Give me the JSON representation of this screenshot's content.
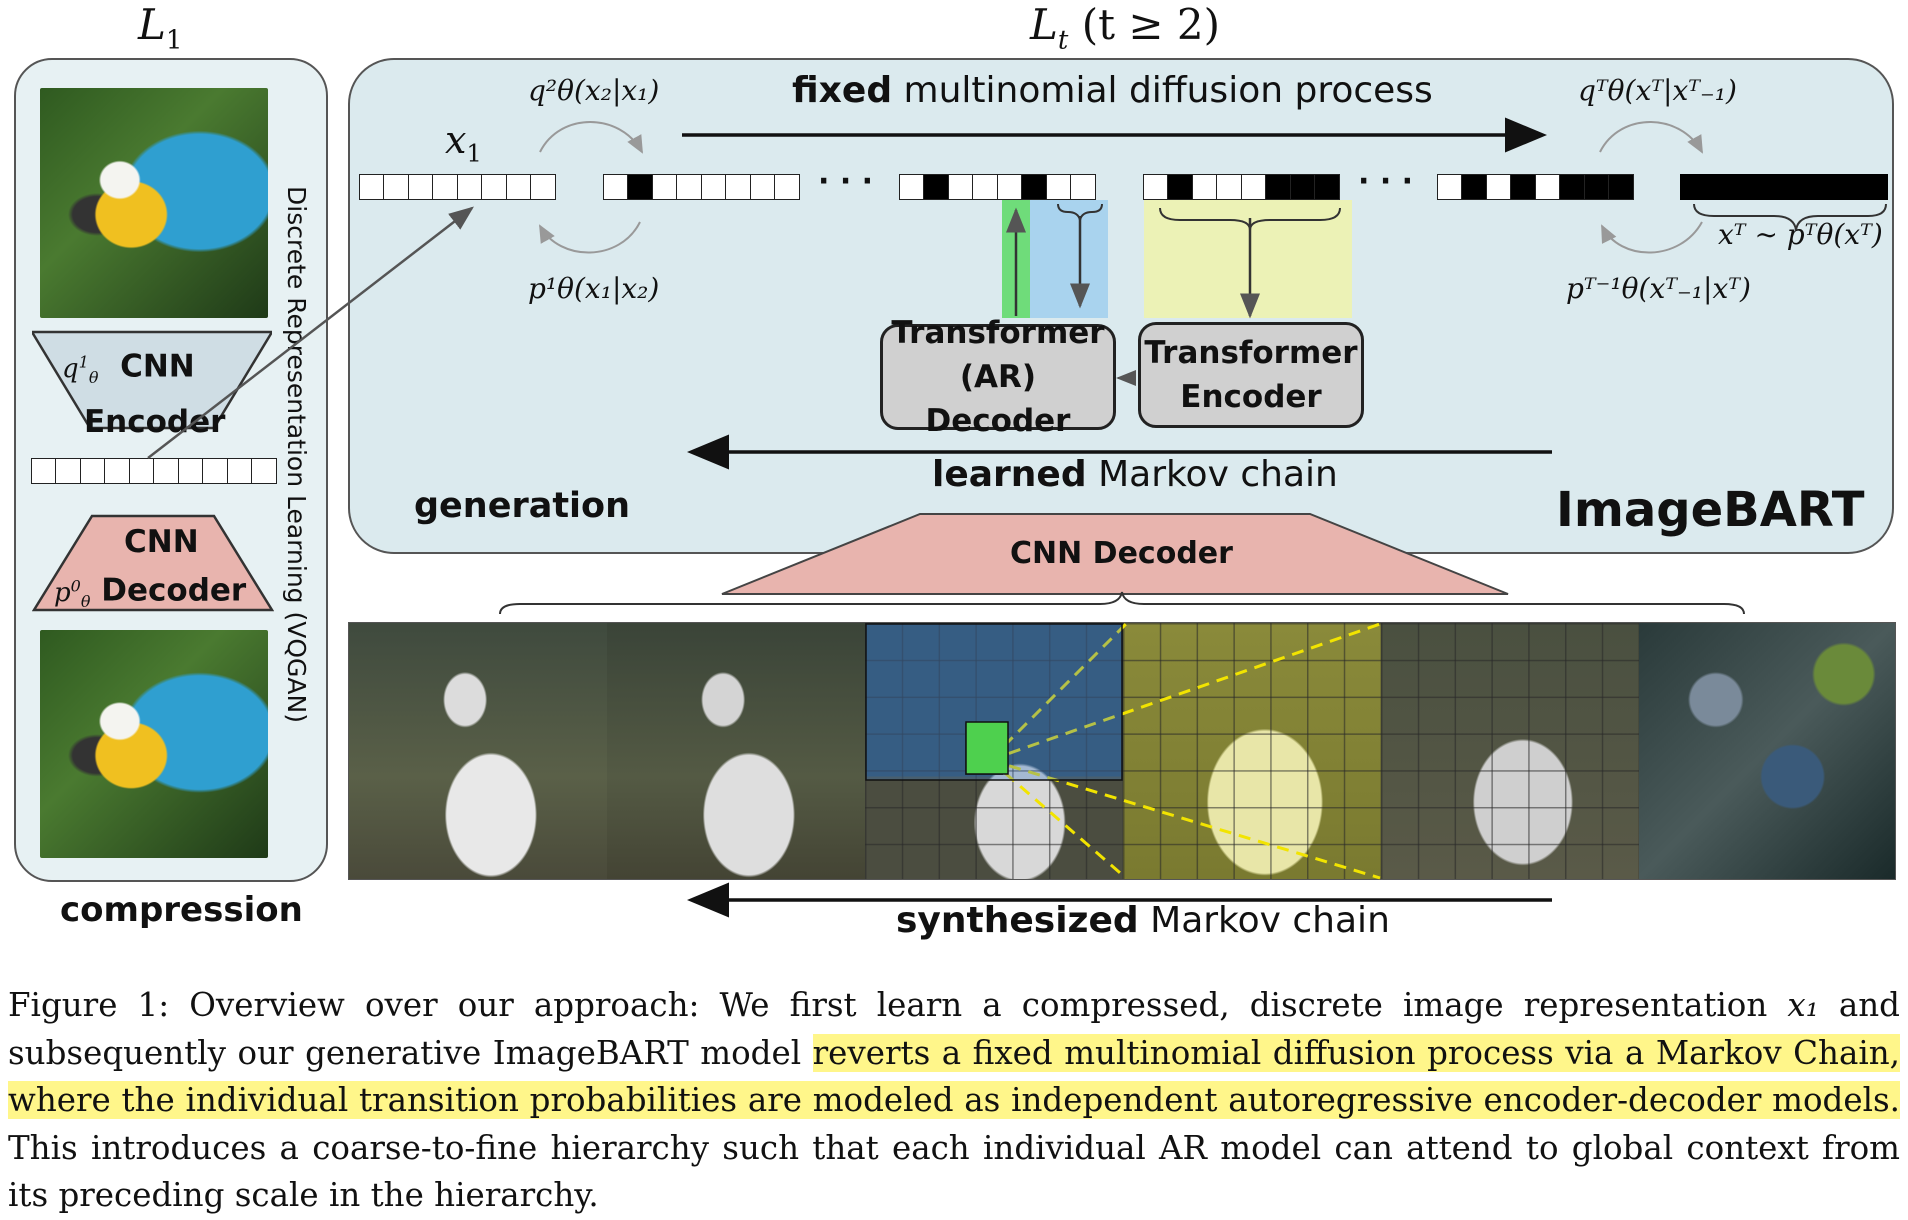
{
  "loss_labels": {
    "l1_base": "L",
    "l1_sub": "1",
    "lt_base": "L",
    "lt_sub": "t",
    "lt_cond": "(t ≥ 2)"
  },
  "left_panel": {
    "vertical_label": "Discrete Representation Learning (VQGAN)",
    "encoder": {
      "symbol": "q",
      "sup": "1",
      "sub": "θ",
      "line1": "CNN",
      "line2": "Encoder"
    },
    "decoder": {
      "symbol": "p",
      "sup": "0",
      "sub": "θ",
      "line1": "CNN",
      "line2": "Decoder"
    },
    "bottom_label": "compression"
  },
  "main_panel": {
    "x1_label": "x",
    "x1_sub": "1",
    "fixed_process": {
      "bold": "fixed",
      "rest": " multinomial diffusion process"
    },
    "q2": "q²θ(x₂|x₁)",
    "p1": "p¹θ(x₁|x₂)",
    "qT": "qᵀθ(xᵀ|xᵀ₋₁)",
    "pT1": "pᵀ⁻¹θ(xᵀ₋₁|xᵀ)",
    "xT_dist": "xᵀ ∼ pᵀθ(xᵀ)",
    "ellipsis": "· · ·",
    "ar_decoder": {
      "line1": "Transformer",
      "line2": "(AR) Decoder"
    },
    "tr_encoder": {
      "line1": "Transformer",
      "line2": "Encoder"
    },
    "learned_chain": {
      "bold": "learned",
      "rest": " Markov chain"
    },
    "generation": "generation",
    "model_name": "ImageBART"
  },
  "cnn_decoder_label": "CNN Decoder",
  "synth_chain": {
    "bold": "synthesized",
    "rest": " Markov chain"
  },
  "caption": {
    "prefix": "Figure 1:  Overview over our approach: We first learn a compressed, discrete image representation ",
    "x1": "x₁",
    "after_x1": " and subsequently our generative ImageBART model ",
    "highlight": "reverts a fixed multinomial diffusion process via a Markov Chain, where the individual transition probabilities are modeled as independent autoregressive encoder-decoder models.",
    "suffix": " This introduces a coarse-to-fine hierarchy such that each individual AR model can attend to global context from its preceding scale in the hierarchy."
  },
  "colors": {
    "panel_bg": "#dbeaee",
    "left_panel_bg": "#e7f1f3",
    "pink": "#e8b4ae",
    "green": "#6fdc7a",
    "blue": "#a9d3ee",
    "yellow": "#ecf2b6",
    "highlight": "#fff68a",
    "dashed": "#f2e400"
  }
}
